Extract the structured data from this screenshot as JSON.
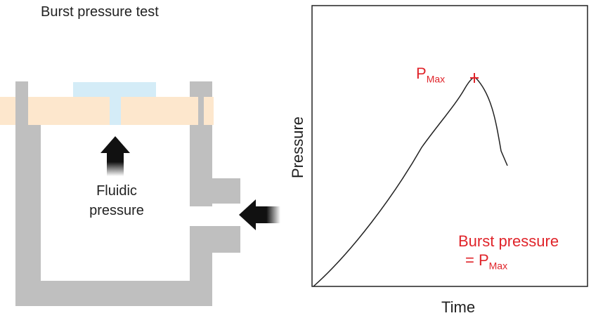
{
  "title": "Burst pressure test",
  "inlet_label_line1": "Fluidic",
  "inlet_label_line2": "pressure",
  "graph": {
    "xlabel": "Time",
    "ylabel": "Pressure",
    "peak_label": "P",
    "peak_subscript": "Max",
    "result_line1": "Burst pressure",
    "result_line2_prefix": "= P",
    "result_line2_subscript": "Max"
  },
  "colors": {
    "wall": "#bfbfbf",
    "layer": "#fde7cd",
    "membrane": "#d4ecf7",
    "arrow": "#111111",
    "accent": "#e0242a"
  }
}
